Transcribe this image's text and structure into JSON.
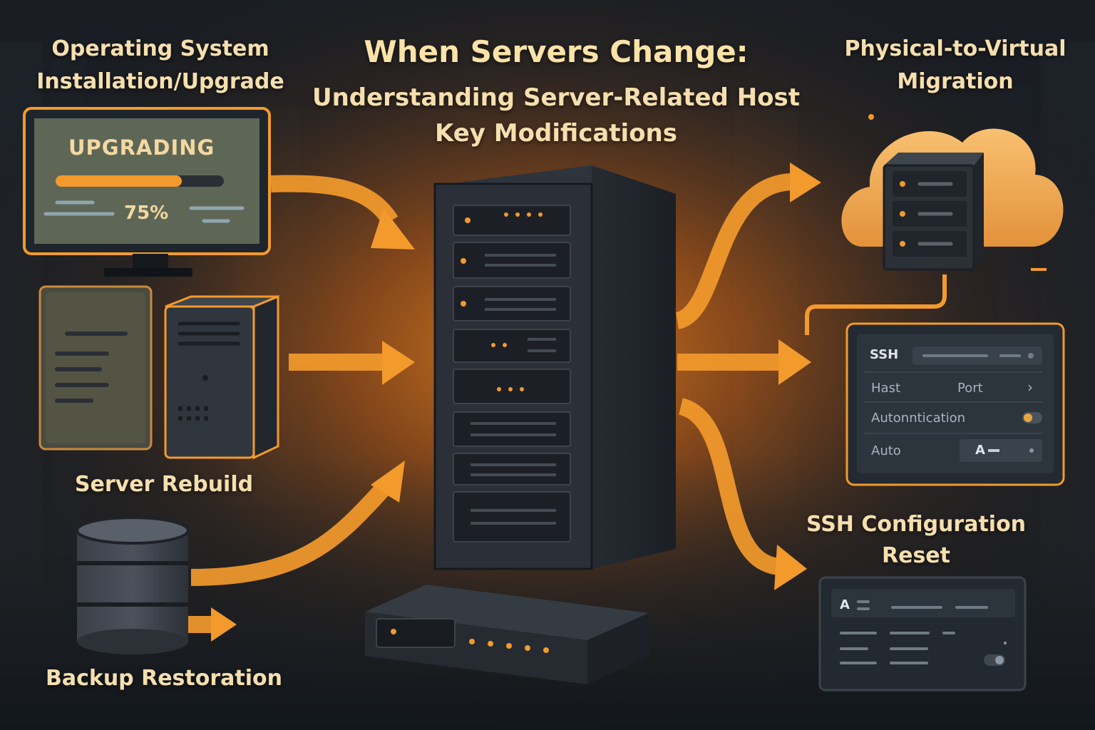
{
  "title": {
    "main": "When Servers Change:",
    "sub_line1": "Understanding Server-Related Host",
    "sub_line2": "Key Modifications"
  },
  "nodes": {
    "os_upgrade": {
      "label_line1": "Operating System",
      "label_line2": "Installation/Upgrade"
    },
    "server_rebuild": {
      "label": "Server Rebuild"
    },
    "backup_restoration": {
      "label": "Backup Restoration"
    },
    "p2v_migration": {
      "label_line1": "Physical-to-Virtual",
      "label_line2": "Migration"
    },
    "ssh_reset": {
      "label_line1": "SSH Configuration",
      "label_line2": "Reset"
    }
  },
  "monitor": {
    "status_text": "UPGRADING",
    "progress_text": "75%",
    "progress": 0.75
  },
  "ssh_panel": {
    "header": "SSH",
    "host_label": "Hast",
    "port_label": "Port",
    "chevron": "›",
    "auth_label": "Autonntication",
    "auto_label": "Auto",
    "auto_value": "A",
    "bottom_panel_value": "A"
  },
  "colors": {
    "accent": "#f39a2c",
    "glow": "#e07a1a",
    "background": "#1a1d22",
    "text": "#f6dfae",
    "server": "#2b3038"
  },
  "icons": {
    "monitor": "monitor-icon",
    "document": "document-icon",
    "tower": "tower-server-icon",
    "database": "database-icon",
    "rack": "server-rack-icon",
    "cloud": "cloud-server-icon",
    "appliance": "network-appliance-icon"
  }
}
